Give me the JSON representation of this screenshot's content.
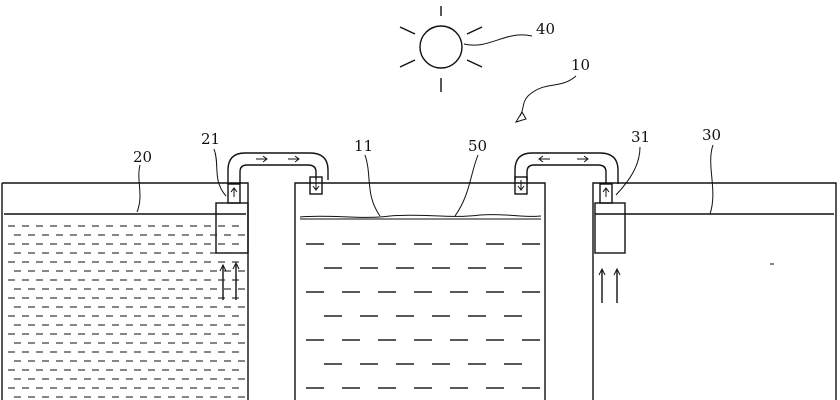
{
  "labels": {
    "system": "10",
    "evaporation_pool": "11",
    "seawater_pool": "20",
    "seawater_pump": "21",
    "freshwater_pool": "30",
    "freshwater_pump": "31",
    "sun": "40",
    "water_surface": "50"
  }
}
